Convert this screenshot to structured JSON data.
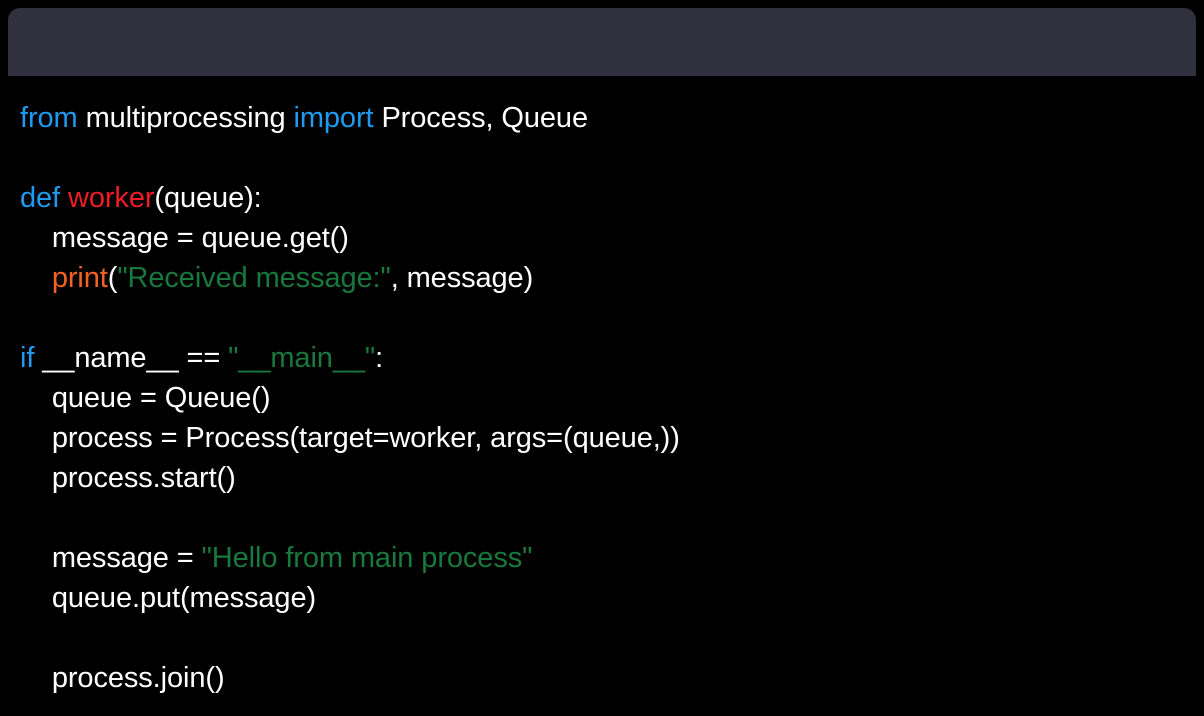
{
  "window": {
    "titlebar_label": "",
    "titlebar_color": "#30303e",
    "background_color": "#000000"
  },
  "theme": {
    "keyword_color": "#1e9bf0",
    "function_color": "#ee1c24",
    "builtin_color": "#f4621f",
    "string_color": "#17793d",
    "plain_color": "#ffffff"
  },
  "code": {
    "language": "python",
    "lines": [
      {
        "id": "line-1",
        "indent": 0,
        "tokens": [
          {
            "text": "from ",
            "type": "kw"
          },
          {
            "text": "multiprocessing ",
            "type": "plain"
          },
          {
            "text": "import ",
            "type": "kw"
          },
          {
            "text": "Process, Queue",
            "type": "plain"
          }
        ]
      },
      {
        "id": "line-2",
        "indent": 0,
        "tokens": []
      },
      {
        "id": "line-3",
        "indent": 0,
        "tokens": [
          {
            "text": "def ",
            "type": "kw"
          },
          {
            "text": "worker",
            "type": "fn"
          },
          {
            "text": "(queue):",
            "type": "plain"
          }
        ]
      },
      {
        "id": "line-4",
        "indent": 1,
        "tokens": [
          {
            "text": "message = queue.get()",
            "type": "plain"
          }
        ]
      },
      {
        "id": "line-5",
        "indent": 1,
        "tokens": [
          {
            "text": "print",
            "type": "builtin"
          },
          {
            "text": "(",
            "type": "plain"
          },
          {
            "text": "\"Received message:\"",
            "type": "str"
          },
          {
            "text": ", message)",
            "type": "plain"
          }
        ]
      },
      {
        "id": "line-6",
        "indent": 0,
        "tokens": []
      },
      {
        "id": "line-7",
        "indent": 0,
        "tokens": [
          {
            "text": "if ",
            "type": "kw"
          },
          {
            "text": "__name__ == ",
            "type": "plain"
          },
          {
            "text": "\"__main__\"",
            "type": "str"
          },
          {
            "text": ":",
            "type": "plain"
          }
        ]
      },
      {
        "id": "line-8",
        "indent": 1,
        "tokens": [
          {
            "text": "queue = Queue()",
            "type": "plain"
          }
        ]
      },
      {
        "id": "line-9",
        "indent": 1,
        "tokens": [
          {
            "text": "process = Process(target=worker, args=(queue,))",
            "type": "plain"
          }
        ]
      },
      {
        "id": "line-10",
        "indent": 1,
        "tokens": [
          {
            "text": "process.start()",
            "type": "plain"
          }
        ]
      },
      {
        "id": "line-11",
        "indent": 0,
        "tokens": []
      },
      {
        "id": "line-12",
        "indent": 1,
        "tokens": [
          {
            "text": "message = ",
            "type": "plain"
          },
          {
            "text": "\"Hello from main process\"",
            "type": "str"
          }
        ]
      },
      {
        "id": "line-13",
        "indent": 1,
        "tokens": [
          {
            "text": "queue.put(message)",
            "type": "plain"
          }
        ]
      },
      {
        "id": "line-14",
        "indent": 0,
        "tokens": []
      },
      {
        "id": "line-15",
        "indent": 1,
        "tokens": [
          {
            "text": "process.join()",
            "type": "plain"
          }
        ]
      }
    ]
  }
}
